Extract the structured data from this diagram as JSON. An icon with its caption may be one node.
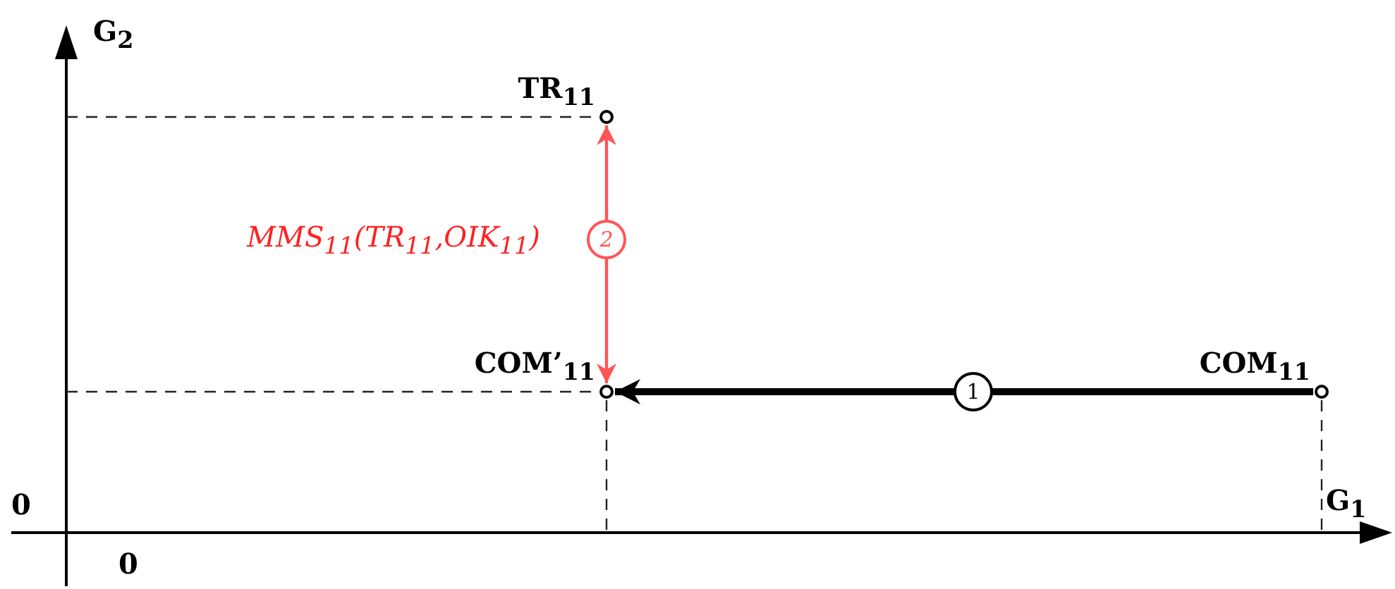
{
  "diagram": {
    "nodes": [
      {
        "text": [],
        "shape": "circle",
        "beside": [
          "TR$_{11}$"
        ]
      },
      {
        "text": [],
        "shape": "circle",
        "beside": [
          "COM’$_{11}$"
        ]
      },
      {
        "text": [],
        "shape": "circle",
        "beside": [
          "COM$_{11}$"
        ]
      }
    ],
    "edges": [
      {
        "from": 2,
        "to": 1,
        "arrow": "to",
        "label": "1",
        "style": "thick"
      },
      {
        "from": 0,
        "to": 1,
        "arrow": "both",
        "label": "2",
        "color": "#ff5555"
      }
    ],
    "labels": [
      "G$_{2}$",
      "MMS$_{11}$(TR$_{11}$,OIK$_{11}$)",
      "0",
      "0",
      "G$_{1}$"
    ]
  }
}
